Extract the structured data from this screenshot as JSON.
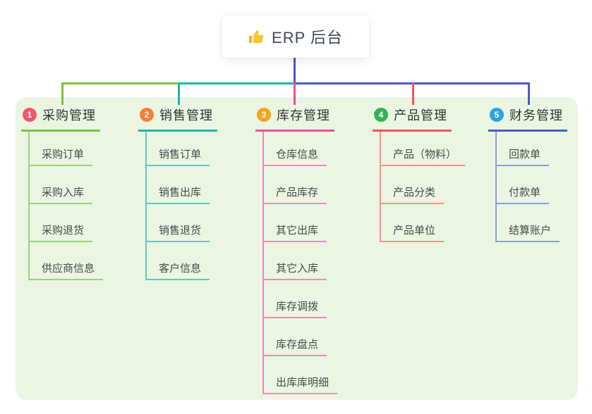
{
  "root": {
    "label": "ERP 后台",
    "icon": "thumbs-up-icon"
  },
  "branches": [
    {
      "index": "1",
      "label": "采购管理",
      "badge_color": "#f3566c",
      "line_color": "#7fc241",
      "sub_line_color": "#9cd179",
      "items": [
        "采购订单",
        "采购入库",
        "采购退货",
        "供应商信息"
      ]
    },
    {
      "index": "2",
      "label": "销售管理",
      "badge_color": "#f47f3a",
      "line_color": "#1cb8aa",
      "sub_line_color": "#5fcabf",
      "items": [
        "销售订单",
        "销售出库",
        "销售退货",
        "客户信息"
      ]
    },
    {
      "index": "3",
      "label": "库存管理",
      "badge_color": "#f6a41f",
      "line_color": "#ec4f9b",
      "sub_line_color": "#f287b9",
      "items": [
        "仓库信息",
        "产品库存",
        "其它出库",
        "其它入库",
        "库存调拨",
        "库存盘点",
        "出库库明细"
      ]
    },
    {
      "index": "4",
      "label": "产品管理",
      "badge_color": "#33b254",
      "line_color": "#f35457",
      "sub_line_color": "#f78f8d",
      "items": [
        "产品（物料）",
        "产品分类",
        "产品单位"
      ]
    },
    {
      "index": "5",
      "label": "财务管理",
      "badge_color": "#2ba5de",
      "line_color": "#4759ce",
      "sub_line_color": "#8b9ede",
      "items": [
        "回款单",
        "付款单",
        "结算账户"
      ]
    }
  ],
  "colors": {
    "canvas": "#ffffff",
    "panel_background": "#eaf6e2",
    "root_connector": "#4759ce",
    "root_text": "#3f4a58",
    "branch_text": "#333333",
    "item_text": "#4a4a4a",
    "root_icon_fill": "#fbc531"
  }
}
